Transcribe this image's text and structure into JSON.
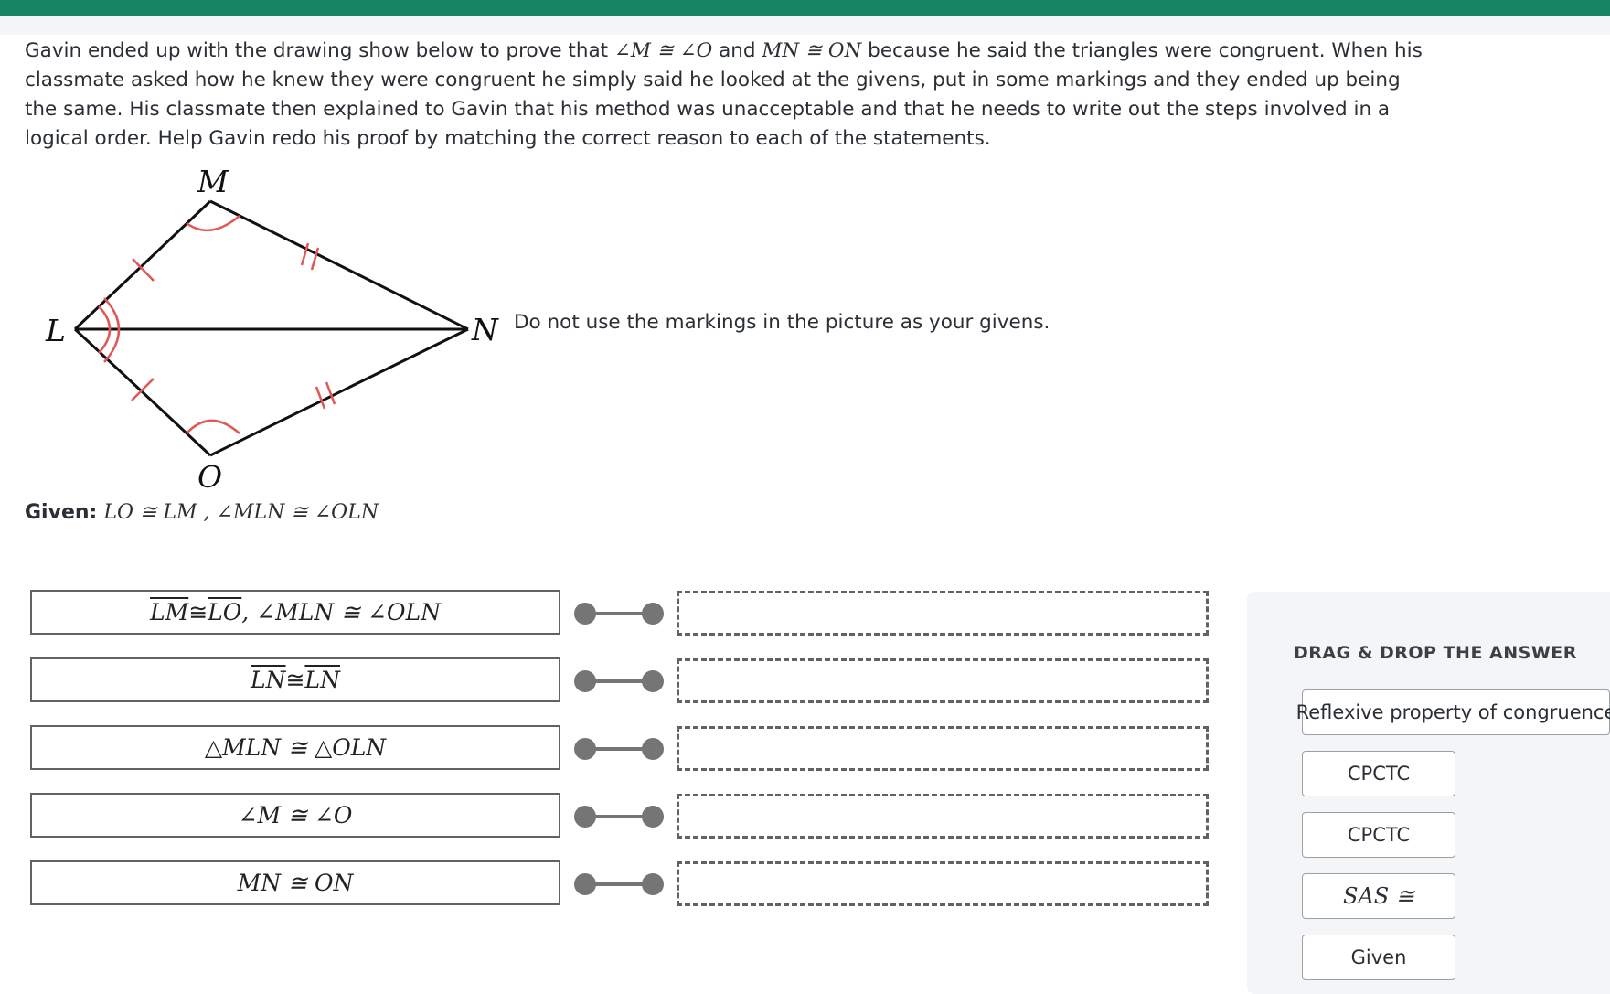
{
  "prompt": {
    "p1": "Gavin ended up with the drawing show below to prove that ",
    "m1": "∠M ≅ ∠O",
    "p2": " and ",
    "m2": "MN ≅ ON",
    "p3": " because he said the triangles were congruent.  When his classmate asked how he knew they were congruent he simply said he looked at the givens, put in some markings and they ended up being the same.  His classmate then explained to Gavin that his method was unacceptable and that he needs to write out the steps involved in a logical order.  Help Gavin redo his proof by matching the correct reason to each of the statements."
  },
  "figure": {
    "labels": {
      "M": "M",
      "L": "L",
      "N": "N",
      "O": "O"
    },
    "mark_color": "#e05757",
    "line_color": "#111111"
  },
  "note": "Do not use the markings in the picture as your givens.",
  "given": {
    "label": "Given:",
    "text": "LO ≅ LM , ∠MLN ≅ ∠OLN"
  },
  "statements": [
    {
      "a": "LM",
      "rel": " ≅ ",
      "b": "LO",
      "rest": ", ∠MLN ≅ ∠OLN"
    },
    {
      "a": "LN",
      "rel": " ≅ ",
      "b": "LN",
      "rest": ""
    },
    {
      "text": "△MLN ≅ △OLN"
    },
    {
      "text": "∠M ≅ ∠O"
    },
    {
      "text": "MN ≅ ON"
    }
  ],
  "panel": {
    "title": "DRAG & DROP THE ANSWER",
    "answers": [
      "Reflexive property of congruence",
      "CPCTC",
      "CPCTC",
      "SAS ≅",
      "Given"
    ]
  },
  "colors": {
    "topbar": "#168563",
    "connector": "#757575",
    "panel_bg": "#f4f5f6"
  }
}
